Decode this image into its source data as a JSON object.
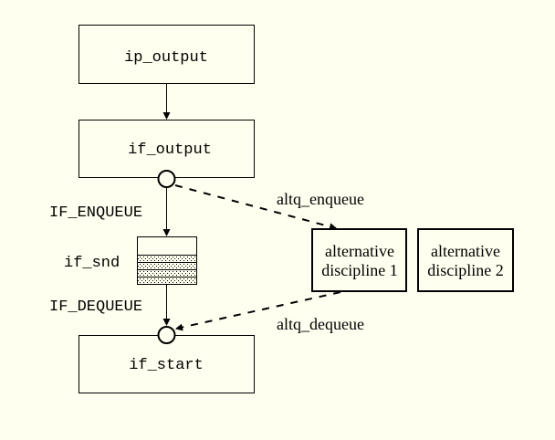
{
  "diagram": {
    "background_color": "#FFFFF0",
    "stroke_color": "#000000",
    "boxes": {
      "ip_output": "ip_output",
      "if_output": "if_output",
      "if_start": "if_start",
      "alt1_line1": "alternative",
      "alt1_line2": "discipline 1",
      "alt2_line1": "alternative",
      "alt2_line2": "discipline 2"
    },
    "labels": {
      "if_enqueue": "IF_ENQUEUE",
      "if_snd": "if_snd",
      "if_dequeue": "IF_DEQUEUE",
      "altq_enqueue": "altq_enqueue",
      "altq_dequeue": "altq_dequeue"
    },
    "queue": {
      "filled_slots": 4
    }
  }
}
